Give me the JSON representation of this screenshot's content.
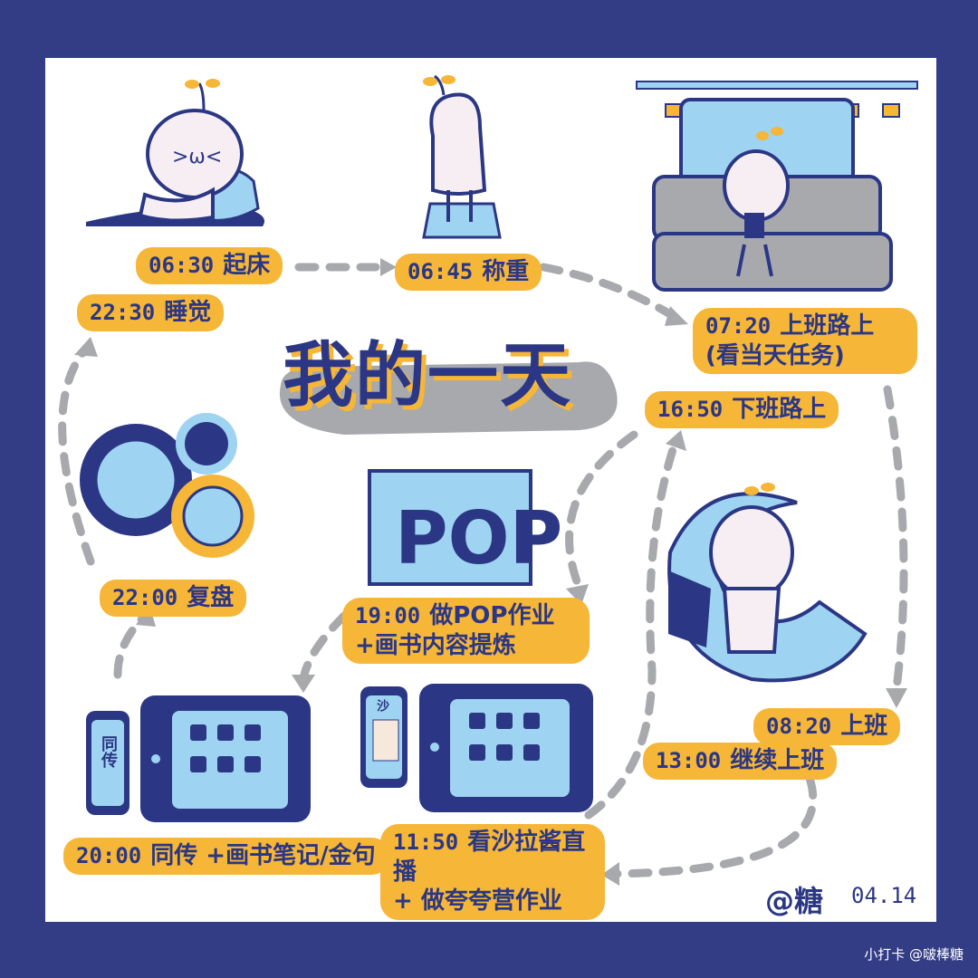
{
  "title": "我的一天",
  "pop_text": "POP",
  "phone_left_text": "同传",
  "phone_mid_text": "沙",
  "schedule": [
    {
      "time": "06:30",
      "activity": "起床"
    },
    {
      "time": "06:45",
      "activity": "称重"
    },
    {
      "time": "07:20",
      "activity": "上班路上",
      "note": "(看当天任务)"
    },
    {
      "time": "08:20",
      "activity": "上班"
    },
    {
      "time": "11:50",
      "activity": "看沙拉酱直播",
      "note": "+ 做夸夸营作业"
    },
    {
      "time": "13:00",
      "activity": "继续上班"
    },
    {
      "time": "16:50",
      "activity": "下班路上"
    },
    {
      "time": "19:00",
      "activity": "做POP作业",
      "note": "+画书内容提炼"
    },
    {
      "time": "20:00",
      "activity": "同传 +画书笔记/金句"
    },
    {
      "time": "22:00",
      "activity": "复盘"
    },
    {
      "time": "22:30",
      "activity": "睡觉"
    }
  ],
  "signature": "@糖",
  "date": "04.14",
  "watermark": "小打卡 @啵棒糖",
  "colors": {
    "navy": "#2b3784",
    "frame": "#333d86",
    "yellow": "#f6b637",
    "lightblue": "#9fd3f2",
    "gray": "#a7a9ad"
  }
}
